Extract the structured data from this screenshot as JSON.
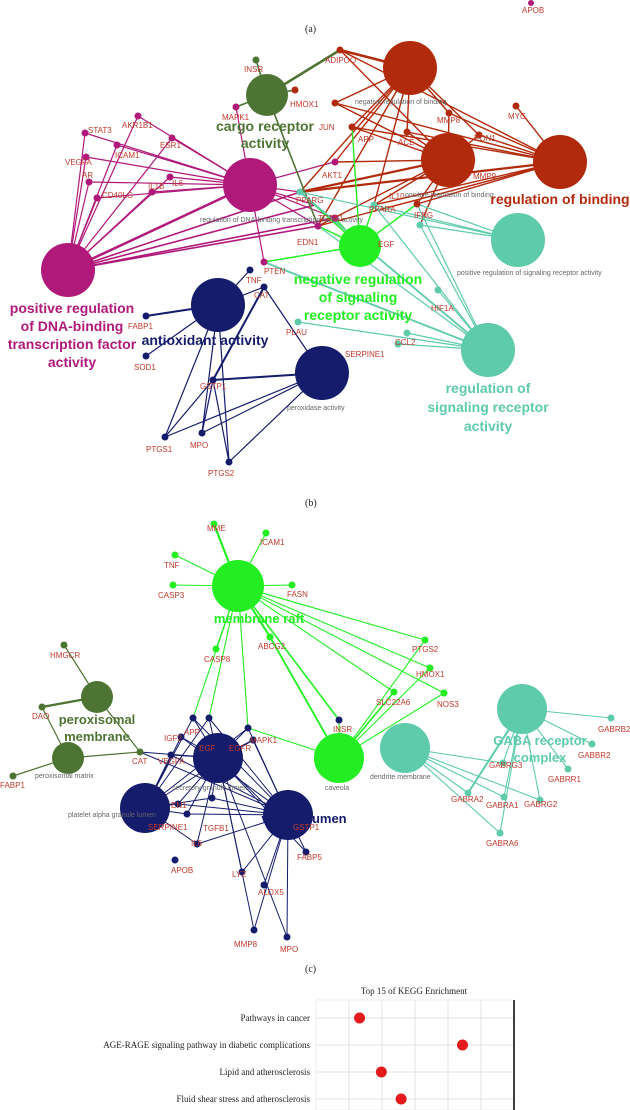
{
  "panels": {
    "a": "(a)",
    "b": "(b)",
    "c": "(c)"
  },
  "top_gene": "APOB",
  "b": {
    "terms": {
      "neg_reg_binding": "negative regulation of binding",
      "pos_reg_binding": "positive regulation of binding",
      "reg_dna_tf": "regulation of DNA-binding transcription factor activity",
      "pos_reg_signaling": "positive regulation of signaling receptor activity",
      "peroxidase": "peroxidase activity"
    },
    "labels": {
      "cargo_1": "cargo receptor",
      "cargo_2": "activity",
      "regbind": "regulation of binding",
      "posdna_1": "positive regulation",
      "posdna_2": "of DNA-binding",
      "posdna_3": "transcription factor",
      "posdna_4": "activity",
      "antiox": "antioxidant activity",
      "negsig_1": "negative regulation",
      "negsig_2": "of signaling",
      "negsig_3": "receptor activity",
      "regsig_1": "regulation of",
      "regsig_2": "signaling receptor",
      "regsig_3": "activity"
    },
    "genes": {
      "INSR": "INSR",
      "ADIPOQ": "ADIPOQ",
      "HMOX1": "HMOX1",
      "MAPK1": "MAPK1",
      "STAT3": "STAT3",
      "AKR1B1": "AKR1B1",
      "ESR1": "ESR1",
      "VEGFA": "VEGFA",
      "ICAM1": "ICAM1",
      "IL6": "IL6",
      "AR": "AR",
      "CD40LG": "CD40LG",
      "IL1B": "IL1B",
      "JUN": "JUN",
      "APP": "APP",
      "ACE": "ACE",
      "MMP8": "MMP8",
      "PON1": "PON1",
      "MYC": "MYC",
      "MMP9": "MMP9",
      "AKT1": "AKT1",
      "PPARG": "PPARG",
      "PPARA": "PPARA",
      "IL10": "IL10",
      "TGFB1": "TGFB1",
      "IFNG": "IFNG",
      "EDN1": "EDN1",
      "EGF": "EGF",
      "PTEN": "PTEN",
      "TNF": "TNF",
      "CAT": "CAT",
      "FABP1": "FABP1",
      "SOD1": "SOD1",
      "HIF1A": "HIF1A",
      "PLAU": "PLAU",
      "CCL2": "CCL2",
      "SERPINE1": "SERPINE1",
      "GSTP1": "GSTP1",
      "PTGS1": "PTGS1",
      "MPO": "MPO",
      "PTGS2": "PTGS2"
    }
  },
  "c": {
    "terms": {
      "perox_matrix": "peroxisomal matrix",
      "secretory": "secretory granule lumen",
      "platelet": "platelet alpha granule lumen",
      "caveola": "caveola",
      "dendrite": "dendrite membrane"
    },
    "labels": {
      "raft": "membrane raft",
      "perox_1": "peroxisomal",
      "perox_2": "membrane",
      "vesicle": "vesicle lumen",
      "gaba_1": "GABA receptor",
      "gaba_2": "complex"
    },
    "genes": {
      "MME": "MME",
      "ICAM1": "ICAM1",
      "TNF": "TNF",
      "FASN": "FASN",
      "CASP3": "CASP3",
      "ABCG2": "ABCG2",
      "CASP8": "CASP8",
      "PTGS2": "PTGS2",
      "HMOX1": "HMOX1",
      "HMGCR": "HMGCR",
      "DAO": "DAO",
      "SLC22A6": "SLC22A6",
      "NOS3": "NOS3",
      "INSR": "INSR",
      "APP": "APP",
      "EGF": "EGF",
      "EGFR": "EGFR",
      "IGF2": "IGF2",
      "MAPK1": "MAPK1",
      "VEGFA": "VEGFA",
      "CAT": "CAT",
      "FABP1": "FABP1",
      "EN1": "EN1",
      "SERPINE1": "SERPINE1",
      "TGFB1": "TGFB1",
      "IL6": "IL6",
      "APOB": "APOB",
      "LYZ": "LYZ",
      "GSTP1": "GSTP1",
      "ALOX5": "ALOX5",
      "FABP5": "FABP5",
      "MMP8": "MMP8",
      "MPO": "MPO",
      "GABRB2": "GABRB2",
      "GABBR2": "GABBR2",
      "GABRR1": "GABRR1",
      "GABRG3": "GABRG3",
      "GABRA2": "GABRA2",
      "GABRA1": "GABRA1",
      "GABRG2": "GABRG2",
      "GABRA6": "GABRA6"
    }
  },
  "kegg": {
    "title": "Top 15 of KEGG Enrichment",
    "chart_data": {
      "type": "scatter",
      "title": "Top 15 of KEGG Enrichment",
      "categories": [
        "Pathways in cancer",
        "AGE-RAGE signaling pathway in diabetic complications",
        "Lipid and atherosclerosis",
        "Fluid shear stress and atherosclerosis"
      ],
      "x_position_fraction": [
        0.22,
        0.74,
        0.33,
        0.43
      ],
      "point_color": "#e41a1c"
    }
  },
  "colors": {
    "magenta": "#b0197a",
    "darkred": "#b22a0c",
    "olive": "#4e7434",
    "navy": "#141c6b",
    "green": "#22ee22",
    "teal": "#5ecbab",
    "gene": "#c0392b"
  }
}
